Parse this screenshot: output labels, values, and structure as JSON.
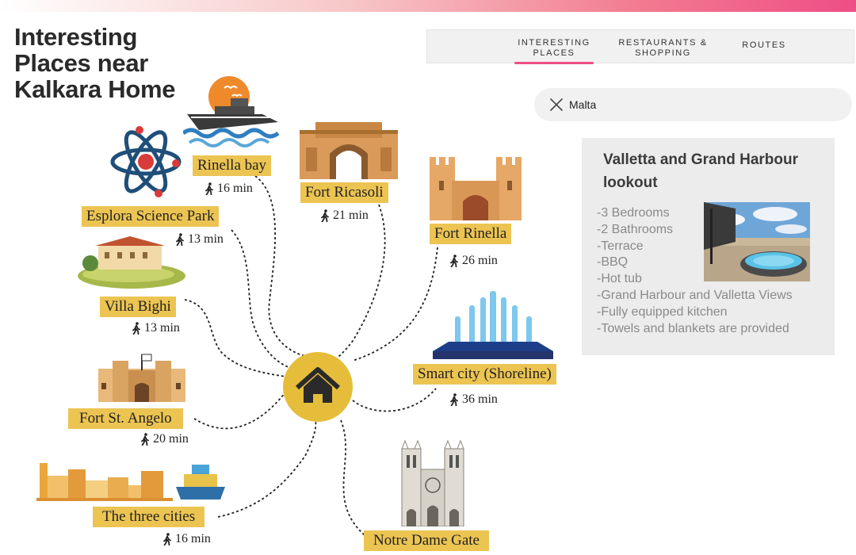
{
  "title": [
    "Interesting",
    "Places near",
    "Kalkara Home"
  ],
  "nav": {
    "tabs": [
      {
        "line1": "INTERESTING",
        "line2": "PLACES"
      },
      {
        "line1": "RESTAURANTS &",
        "line2": "SHOPPING"
      },
      {
        "line1": "ROUTES",
        "line2": ""
      }
    ],
    "active": 0
  },
  "search": {
    "value": "Malta",
    "icon": "close-icon"
  },
  "listing": {
    "title": "Valletta and Grand Harbour lookout",
    "features": [
      "-3 Bedrooms",
      "-2 Bathrooms",
      "-Terrace",
      "-BBQ",
      "-Hot tub",
      "-Grand Harbour and Valletta Views",
      "-Fully equipped kitchen",
      "-Towels and blankets are provided"
    ]
  },
  "places": [
    {
      "name": "Rinella bay",
      "time": "16 min"
    },
    {
      "name": "Fort Ricasoli",
      "time": "21 min"
    },
    {
      "name": "Esplora Science Park",
      "time": "13 min"
    },
    {
      "name": "Fort Rinella",
      "time": "26 min"
    },
    {
      "name": "Villa Bighi",
      "time": "13 min"
    },
    {
      "name": "Smart city (Shoreline)",
      "time": "36 min"
    },
    {
      "name": "Fort St. Angelo",
      "time": "20 min"
    },
    {
      "name": "The three cities",
      "time": "16 min"
    },
    {
      "name": "Notre Dame Gate",
      "time": ""
    }
  ],
  "hub_icon": "home-icon",
  "colors": {
    "accent": "#ee4e86",
    "label": "#ecc452",
    "hub": "#e6bd3a"
  }
}
